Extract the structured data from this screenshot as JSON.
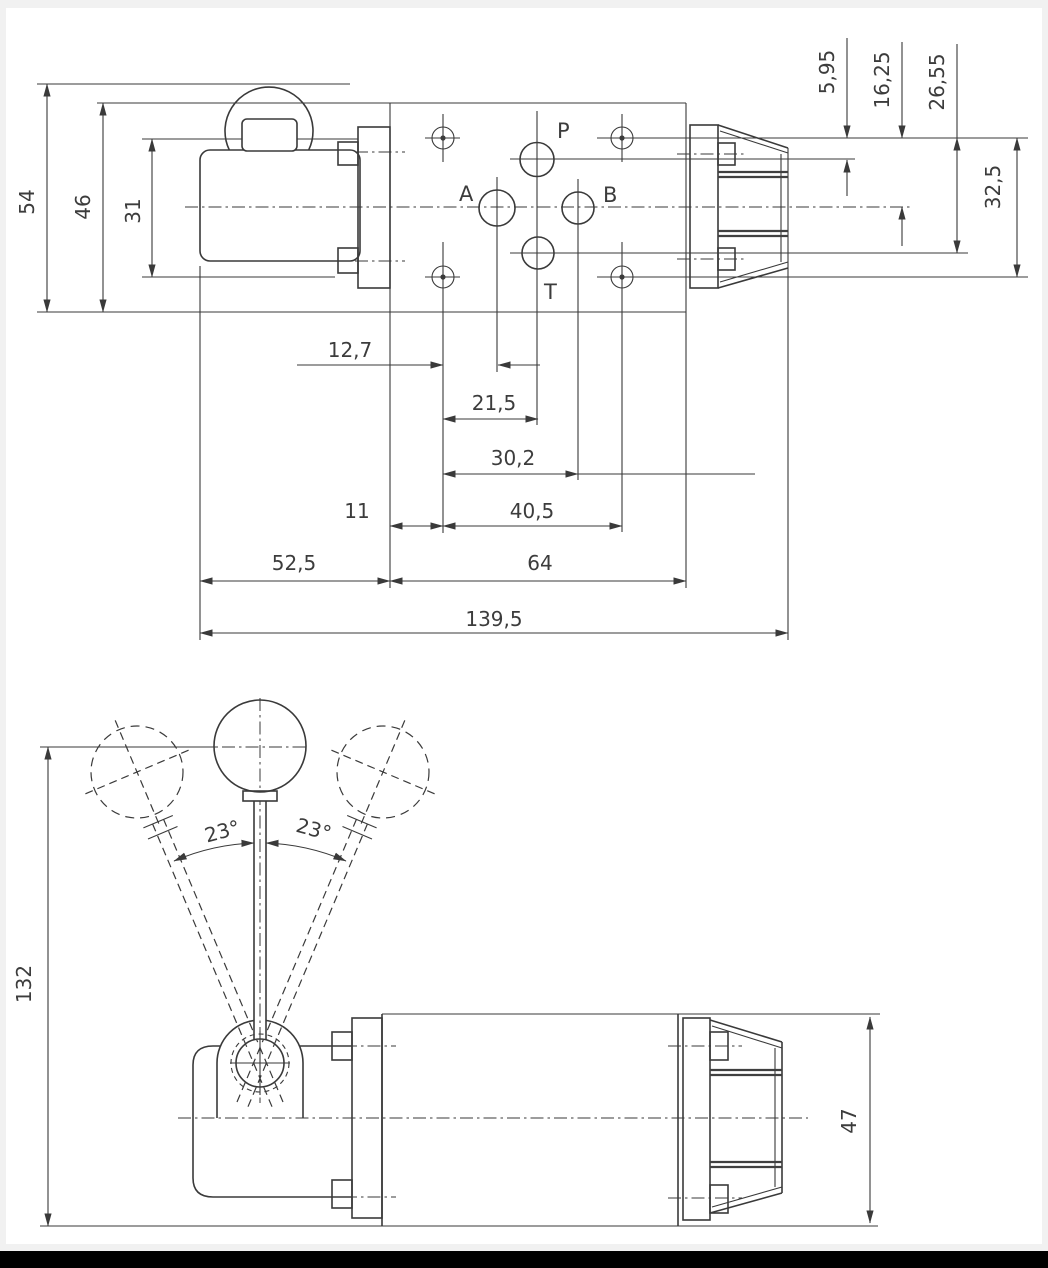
{
  "colors": {
    "line": "#3a3a3a",
    "paper": "#ffffff",
    "page_background": "#f1f1f1",
    "bottom_bar": "#000000"
  },
  "top_view": {
    "port_labels": {
      "p": "P",
      "a": "A",
      "b": "B",
      "t": "T"
    },
    "dims": {
      "overall_height": "54",
      "body_height": "46",
      "inner_height": "31",
      "offset_small": "5,95",
      "offset_mid": "16,25",
      "offset_large": "26,55",
      "hole_row_spacing": "32,5",
      "port_a_offset": "12,7",
      "port_pt_offset": "21,5",
      "port_b_offset": "30,2",
      "hole_offset": "11",
      "hole_span": "40,5",
      "body_length": "52,5",
      "plate_length": "64",
      "overall_length": "139,5"
    }
  },
  "side_view": {
    "dims": {
      "overall_height": "132",
      "body_height": "47",
      "tilt_angle_left": "23°",
      "tilt_angle_right": "23°"
    }
  }
}
